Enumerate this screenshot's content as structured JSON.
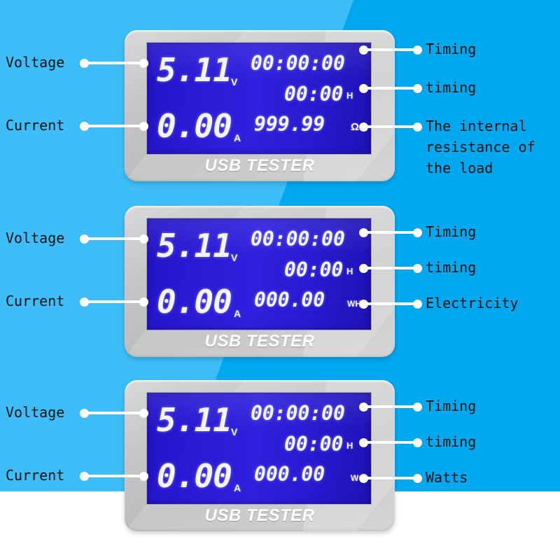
{
  "background": {
    "light_blue": "#4cc3fa",
    "mid_blue": "#3ebdf8",
    "deep_blue": "#00a8f0",
    "bottom": "#ffffff"
  },
  "devices": [
    {
      "id": "device-1",
      "brand": "USB TESTER",
      "voltage": "5.11",
      "voltage_unit": "V",
      "current": "0.00",
      "current_unit": "A",
      "timer_long": "00:00:00",
      "timer_short": "00:00",
      "timer_short_unit": "H",
      "value4": "999.99",
      "value4_unit": "Ω",
      "labels_left": [
        {
          "text": "Voltage",
          "name": "voltage"
        },
        {
          "text": "Current",
          "name": "current"
        }
      ],
      "labels_right": [
        {
          "text": "Timing",
          "name": "timing-upper"
        },
        {
          "text": "timing",
          "name": "timing-lower"
        },
        {
          "text": "The internal\nresistance of\nthe load",
          "name": "internal-resistance"
        }
      ]
    },
    {
      "id": "device-2",
      "brand": "USB TESTER",
      "voltage": "5.11",
      "voltage_unit": "V",
      "current": "0.00",
      "current_unit": "A",
      "timer_long": "00:00:00",
      "timer_short": "00:00",
      "timer_short_unit": "H",
      "value4": "000.00",
      "value4_unit": "WH",
      "labels_left": [
        {
          "text": "Voltage",
          "name": "voltage"
        },
        {
          "text": "Current",
          "name": "current"
        }
      ],
      "labels_right": [
        {
          "text": "Timing",
          "name": "timing-upper"
        },
        {
          "text": "timing",
          "name": "timing-lower"
        },
        {
          "text": "Electricity",
          "name": "electricity"
        }
      ]
    },
    {
      "id": "device-3",
      "brand": "USB TESTER",
      "voltage": "5.11",
      "voltage_unit": "V",
      "current": "0.00",
      "current_unit": "A",
      "timer_long": "00:00:00",
      "timer_short": "00:00",
      "timer_short_unit": "H",
      "value4": "000.00",
      "value4_unit": "W",
      "labels_left": [
        {
          "text": "Voltage",
          "name": "voltage"
        },
        {
          "text": "Current",
          "name": "current"
        }
      ],
      "labels_right": [
        {
          "text": "Timing",
          "name": "timing-upper"
        },
        {
          "text": "timing",
          "name": "timing-lower"
        },
        {
          "text": "Watts",
          "name": "watts"
        }
      ]
    }
  ]
}
